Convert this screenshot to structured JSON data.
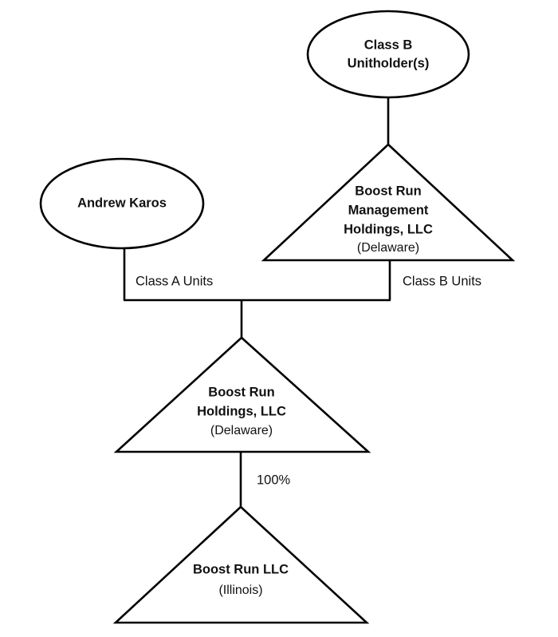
{
  "diagram": {
    "title": "Boost Run LLC organizational structure chart",
    "background_color": "#ffffff",
    "line_color": "#000000",
    "text_color": "#111111",
    "nodes": [
      {
        "id": "class-b-unitholder",
        "shape": "ellipse",
        "name_line_1": "Class B",
        "name_line_2": "Unitholder(s)",
        "jurisdiction": ""
      },
      {
        "id": "andrew-karos",
        "shape": "ellipse",
        "name_line_1": "Andrew Karos",
        "name_line_2": "",
        "jurisdiction": ""
      },
      {
        "id": "boost-run-management-holdings",
        "shape": "triangle",
        "name_line_1": "Boost Run",
        "name_line_2": "Management",
        "name_line_3": "Holdings, LLC",
        "jurisdiction": "(Delaware)"
      },
      {
        "id": "boost-run-holdings",
        "shape": "triangle",
        "name_line_1": "Boost Run",
        "name_line_2": "Holdings, LLC",
        "name_line_3": "",
        "jurisdiction": "(Delaware)"
      },
      {
        "id": "boost-run-llc",
        "shape": "triangle",
        "name_line_1": "Boost Run LLC",
        "name_line_2": "",
        "name_line_3": "",
        "jurisdiction": "(Illinois)"
      }
    ],
    "edge_labels": {
      "class_a_units": "Class A Units",
      "class_b_units": "Class B Units",
      "ownership_percent": "100%"
    }
  }
}
